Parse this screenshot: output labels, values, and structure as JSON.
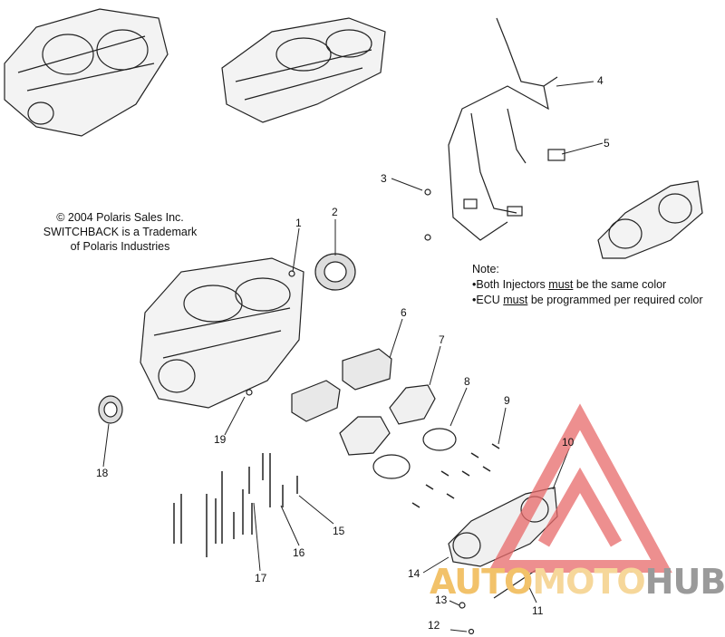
{
  "copyright": {
    "line1": "© 2004 Polaris Sales Inc.",
    "line2": "SWITCHBACK is a Trademark",
    "line3": "of Polaris Industries"
  },
  "note": {
    "title": "Note:",
    "line1_pre": "•Both Injectors ",
    "line1_em": "must",
    "line1_post": " be the same color",
    "line2_pre": "•ECU ",
    "line2_em": "must",
    "line2_post": " be programmed per required color"
  },
  "callouts": [
    "1",
    "2",
    "3",
    "4",
    "5",
    "6",
    "7",
    "8",
    "9",
    "10",
    "11",
    "12",
    "13",
    "14",
    "15",
    "16",
    "17",
    "18",
    "19"
  ],
  "watermark": {
    "part1": "AUTO",
    "part2": "MOTO",
    "part3": "HUB",
    "colors": {
      "triangle": "#e86a6a",
      "part1": "#f2c26a",
      "part2": "#f6d79a",
      "part3": "#9a9a9a"
    }
  }
}
